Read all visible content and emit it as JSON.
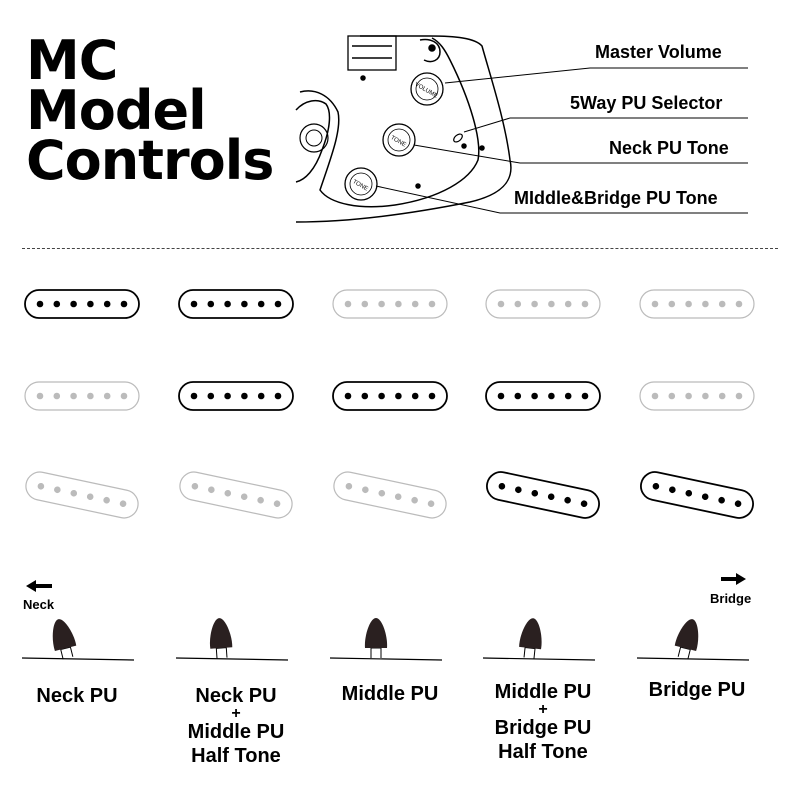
{
  "title": {
    "line1": "MC",
    "line2": "Model",
    "line3": "Controls"
  },
  "callouts": {
    "master_volume": "Master Volume",
    "selector": "5Way PU Selector",
    "neck_tone": "Neck PU Tone",
    "middle_bridge_tone": "MIddle&Bridge PU Tone"
  },
  "knob_text": {
    "volume": "VOLUME",
    "tone": "TONE"
  },
  "direction": {
    "neck": "Neck",
    "bridge": "Bridge"
  },
  "positions": [
    {
      "label": [
        "Neck PU"
      ],
      "active": {
        "neck": true,
        "middle": false,
        "bridge": false
      }
    },
    {
      "label": [
        "Neck PU",
        "+",
        "Middle PU",
        "Half Tone"
      ],
      "active": {
        "neck": true,
        "middle": true,
        "bridge": false
      }
    },
    {
      "label": [
        "Middle PU"
      ],
      "active": {
        "neck": false,
        "middle": true,
        "bridge": false
      }
    },
    {
      "label": [
        "Middle PU",
        "+",
        "Bridge PU",
        "Half Tone"
      ],
      "active": {
        "neck": false,
        "middle": true,
        "bridge": true
      }
    },
    {
      "label": [
        "Bridge PU"
      ],
      "active": {
        "neck": false,
        "middle": false,
        "bridge": true
      }
    }
  ],
  "colors": {
    "active": "#000000",
    "inactive": "#bbbbbb"
  }
}
